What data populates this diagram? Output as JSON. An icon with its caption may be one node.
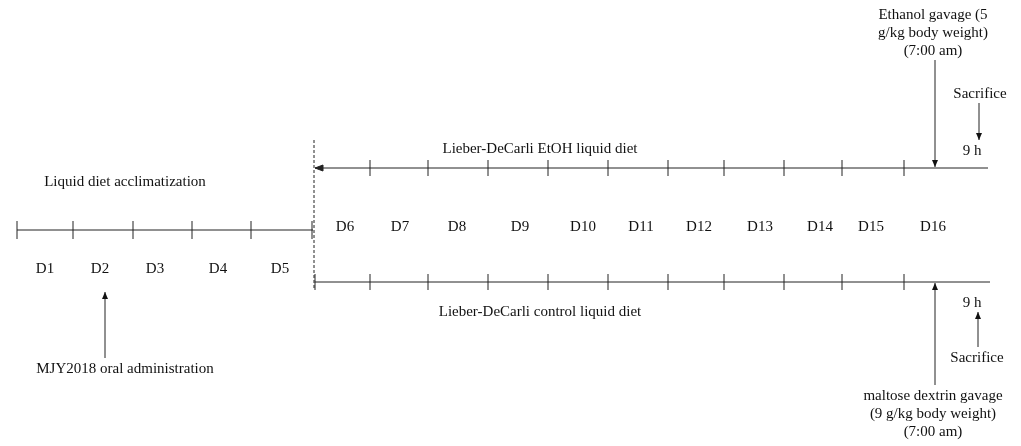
{
  "diagram": {
    "nodes": [
      {
        "text": [
          "Ethanol gavage (5 g/kg body weight) (7:00 am)"
        ]
      },
      {
        "text": [
          "Sacrifice"
        ]
      },
      {
        "text": [
          "9 h"
        ]
      },
      {
        "text": [
          "MJY2018 oral administration"
        ]
      },
      {
        "text": [
          "9 h"
        ]
      },
      {
        "text": [
          "Sacrifice"
        ]
      },
      {
        "text": [
          "maltose dextrin gavage (9 g/kg body weight) (7:00 am)"
        ]
      },
      {
        "text": [],
        "shape": "bar"
      },
      {
        "text": [],
        "shape": "bar"
      }
    ],
    "edges": [
      {
        "from": 0,
        "to": 7,
        "arrow": "to"
      },
      {
        "from": 1,
        "to": 2,
        "arrow": "to"
      },
      {
        "from": 3,
        "to": null,
        "arrow": "to"
      },
      {
        "from": 5,
        "to": 4,
        "arrow": "to"
      },
      {
        "from": 6,
        "to": 8,
        "arrow": "to"
      }
    ],
    "labels": [
      "Lieber-DeCarli EtOH liquid diet",
      "Liquid diet acclimatization",
      "D6",
      "D7",
      "D8",
      "D9",
      "D10",
      "D11",
      "D12",
      "D13",
      "D14",
      "D15",
      "D16",
      "D1",
      "D2",
      "D3",
      "D4",
      "D5",
      "Lieber-DeCarli control liquid diet"
    ]
  }
}
